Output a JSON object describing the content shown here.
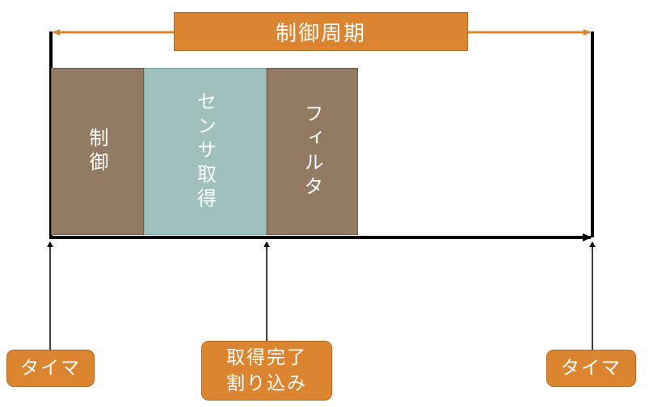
{
  "diagram": {
    "cycle_label": "制御周期",
    "segments": [
      {
        "label": "制御"
      },
      {
        "label": "センサ取得"
      },
      {
        "label": "フィルタ"
      }
    ],
    "callouts": {
      "left_timer": "タイマ",
      "acquisition_line1": "取得完了",
      "acquisition_line2": "割り込み",
      "right_timer": "タイマ"
    }
  },
  "colors": {
    "orange": "#DB8530",
    "brown": "#927B62",
    "teal": "#9FC0BD",
    "black": "#000000"
  }
}
